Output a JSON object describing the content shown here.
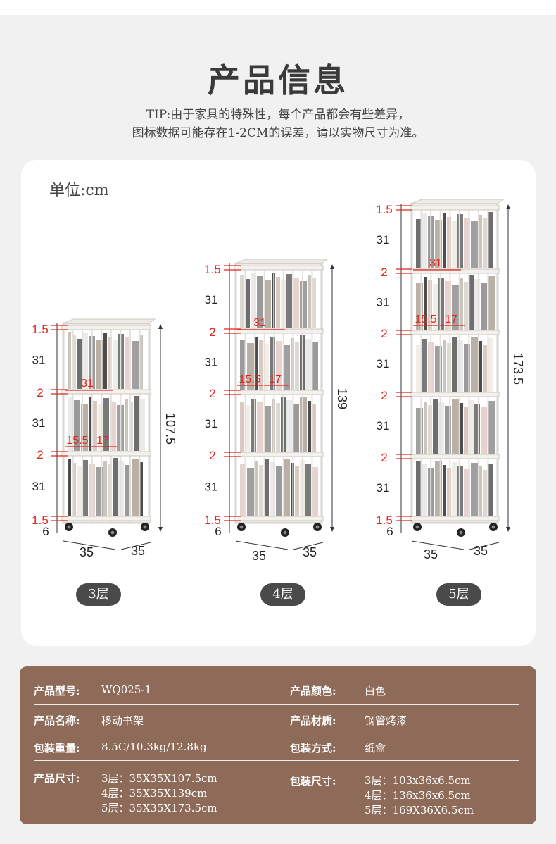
{
  "title": "产品信息",
  "tip": {
    "line1": "TIP:由于家具的特殊性，每个产品都会有些差异，",
    "line2": "图标数据可能存在1-2CM的误差，请以实物尺寸为准。"
  },
  "unit": "单位:cm",
  "shelves": [
    {
      "badge": "3层",
      "left_labels": [
        "1.5",
        "31",
        "2",
        "31",
        "2",
        "31",
        "1.5",
        "6"
      ],
      "total_height": "107.5",
      "width": "35",
      "depth": "35",
      "inner": [
        "31",
        "15.5",
        "17"
      ]
    },
    {
      "badge": "4层",
      "left_labels": [
        "1.5",
        "31",
        "2",
        "31",
        "2",
        "31",
        "2",
        "31",
        "1.5",
        "6"
      ],
      "total_height": "139",
      "width": "35",
      "depth": "35",
      "inner": [
        "31",
        "15.5",
        "17"
      ]
    },
    {
      "badge": "5层",
      "left_labels": [
        "1.5",
        "31",
        "2",
        "31",
        "2",
        "31",
        "2",
        "31",
        "2",
        "31",
        "1.5",
        "6"
      ],
      "total_height": "173.5",
      "width": "35",
      "depth": "35",
      "inner": [
        "31",
        "15.5",
        "17"
      ]
    }
  ],
  "specs": {
    "model_key": "产品型号:",
    "model_val": "WQ025-1",
    "color_key": "产品颜色:",
    "color_val": "白色",
    "name_key": "产品名称:",
    "name_val": "移动书架",
    "material_key": "产品材质:",
    "material_val": "钢管烤漆",
    "weight_key": "包装重量:",
    "weight_val": "8.5C/10.3kg/12.8kg",
    "pack_key": "包装方式:",
    "pack_val": "纸盒",
    "size_key": "产品尺寸:",
    "size_vals": [
      "3层：35X35X107.5cm",
      "4层：35X35X139cm",
      "5层：35X35X173.5cm"
    ],
    "packsize_key": "包装尺寸:",
    "packsize_vals": [
      "3层：103x36x6.5cm",
      "4层：136x36x6.5cm",
      "5层：169X36X6.5cm"
    ]
  },
  "colors": {
    "background": "#f1f1f1",
    "card": "#ffffff",
    "spec_panel": "#8e6a58",
    "badge": "#4a4a4a",
    "dimension_red": "#e0261b"
  }
}
